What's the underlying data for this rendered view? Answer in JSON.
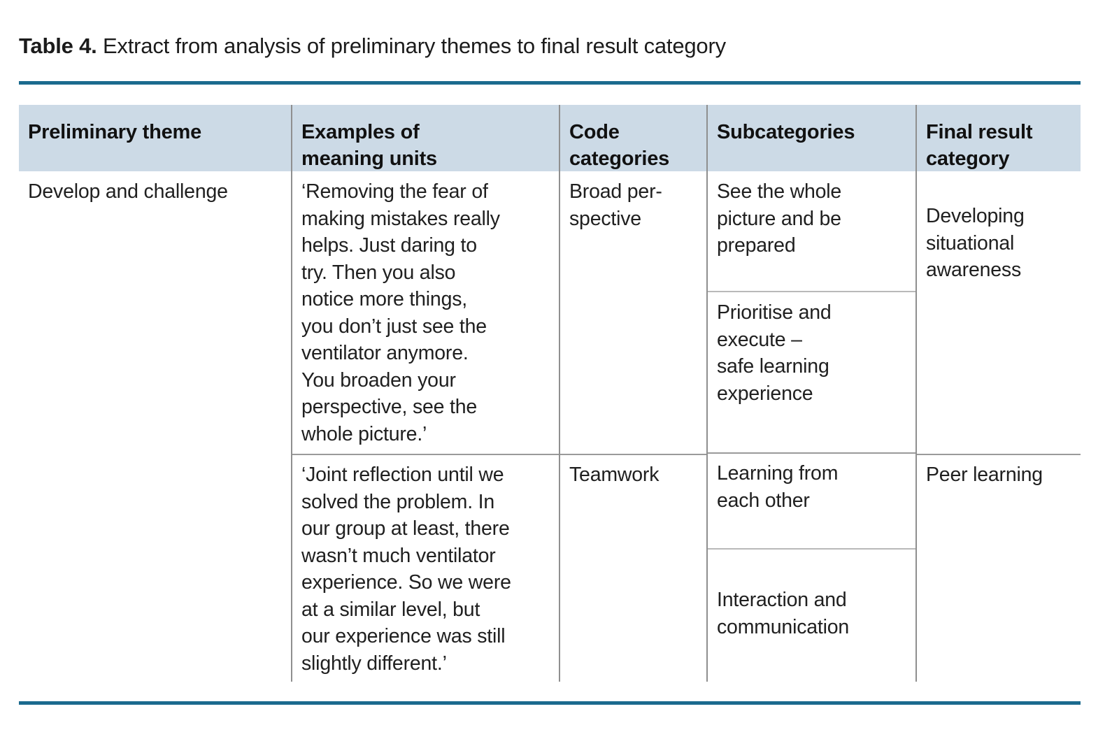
{
  "caption": {
    "label": "Table 4.",
    "text": " Extract from analysis of preliminary themes to final result category"
  },
  "colors": {
    "rule_teal": "#1b6a8e",
    "header_bg": "#ccdae6",
    "grid_line": "#8f8f8f",
    "text": "#202020"
  },
  "table": {
    "headers": {
      "preliminary_theme": [
        "Preliminary theme"
      ],
      "meaning_units": [
        "Examples of",
        "meaning units"
      ],
      "code_categories": [
        "Code",
        "categories"
      ],
      "subcategories": [
        "Subcategories"
      ],
      "final_result": [
        "Final result",
        "category"
      ]
    },
    "preliminary_theme": "Develop and challenge",
    "rows": [
      {
        "meaning_units": [
          "‘Removing the fear of",
          "making mistakes really",
          "helps. Just daring to",
          "try. Then you also",
          "notice more things,",
          "you don’t just see the",
          "ventilator anymore.",
          "You broaden your",
          "perspective, see the",
          "whole picture.’"
        ],
        "code_category": [
          "Broad per-",
          "spective"
        ],
        "subcategories": [
          [
            "See the whole",
            "picture and be",
            "prepared"
          ],
          [
            "Prioritise and",
            "execute –",
            "safe learning",
            "experience"
          ]
        ],
        "final_category": [
          "Developing",
          "situational",
          "awareness"
        ]
      },
      {
        "meaning_units": [
          "‘Joint reflection until we",
          "solved the problem. In",
          "our group at least, there",
          "wasn’t much ventilator",
          "experience. So we were",
          "at a similar level, but",
          "our experience was still",
          "slightly different.’"
        ],
        "code_category": [
          "Teamwork"
        ],
        "subcategories": [
          [
            "Learning from",
            "each other"
          ],
          [
            "Interaction and",
            "communication"
          ]
        ],
        "final_category": [
          "Peer learning"
        ]
      }
    ]
  }
}
